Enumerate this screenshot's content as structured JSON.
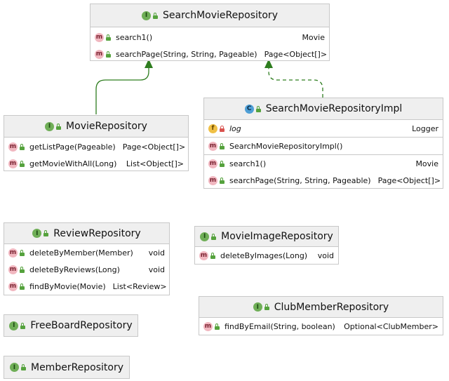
{
  "classes": {
    "search_movie_repository": {
      "name": "SearchMovieRepository",
      "kind": "I",
      "methods": [
        {
          "name": "search1()",
          "type": "Movie"
        },
        {
          "name": "searchPage(String, String, Pageable)",
          "type": "Page<Object[]>"
        }
      ]
    },
    "movie_repository": {
      "name": "MovieRepository",
      "kind": "I",
      "methods": [
        {
          "name": "getListPage(Pageable)",
          "type": "Page<Object[]>"
        },
        {
          "name": "getMovieWithAll(Long)",
          "type": "List<Object[]>"
        }
      ]
    },
    "search_movie_repository_impl": {
      "name": "SearchMovieRepositoryImpl",
      "kind": "C",
      "field": {
        "name": "log",
        "type": "Logger"
      },
      "constructor": {
        "name": "SearchMovieRepositoryImpl()"
      },
      "methods": [
        {
          "name": "search1()",
          "type": "Movie"
        },
        {
          "name": "searchPage(String, String, Pageable)",
          "type": "Page<Object[]>"
        }
      ]
    },
    "review_repository": {
      "name": "ReviewRepository",
      "kind": "I",
      "methods": [
        {
          "name": "deleteByMember(Member)",
          "type": "void"
        },
        {
          "name": "deleteByReviews(Long)",
          "type": "void"
        },
        {
          "name": "findByMovie(Movie)",
          "type": "List<Review>"
        }
      ]
    },
    "movie_image_repository": {
      "name": "MovieImageRepository",
      "kind": "I",
      "methods": [
        {
          "name": "deleteByImages(Long)",
          "type": "void"
        }
      ]
    },
    "club_member_repository": {
      "name": "ClubMemberRepository",
      "kind": "I",
      "methods": [
        {
          "name": "findByEmail(String, boolean)",
          "type": "Optional<ClubMember>"
        }
      ]
    },
    "free_board_repository": {
      "name": "FreeBoardRepository",
      "kind": "I"
    },
    "member_repository": {
      "name": "MemberRepository",
      "kind": "I"
    }
  },
  "badges": {
    "interface": "I",
    "class": "C",
    "method": "m",
    "field": "f"
  },
  "colors": {
    "arrow": "#2e7d1f",
    "header_bg": "#efefef",
    "border": "#c8c8c8",
    "interface_badge": "#6fae57",
    "class_badge": "#4e9fd6",
    "method_badge": "#f1b7c0",
    "field_badge": "#f0c046"
  },
  "relations": [
    {
      "from": "MovieRepository",
      "to": "SearchMovieRepository",
      "type": "extends",
      "style": "solid"
    },
    {
      "from": "SearchMovieRepositoryImpl",
      "to": "SearchMovieRepository",
      "type": "implements",
      "style": "dashed"
    }
  ]
}
